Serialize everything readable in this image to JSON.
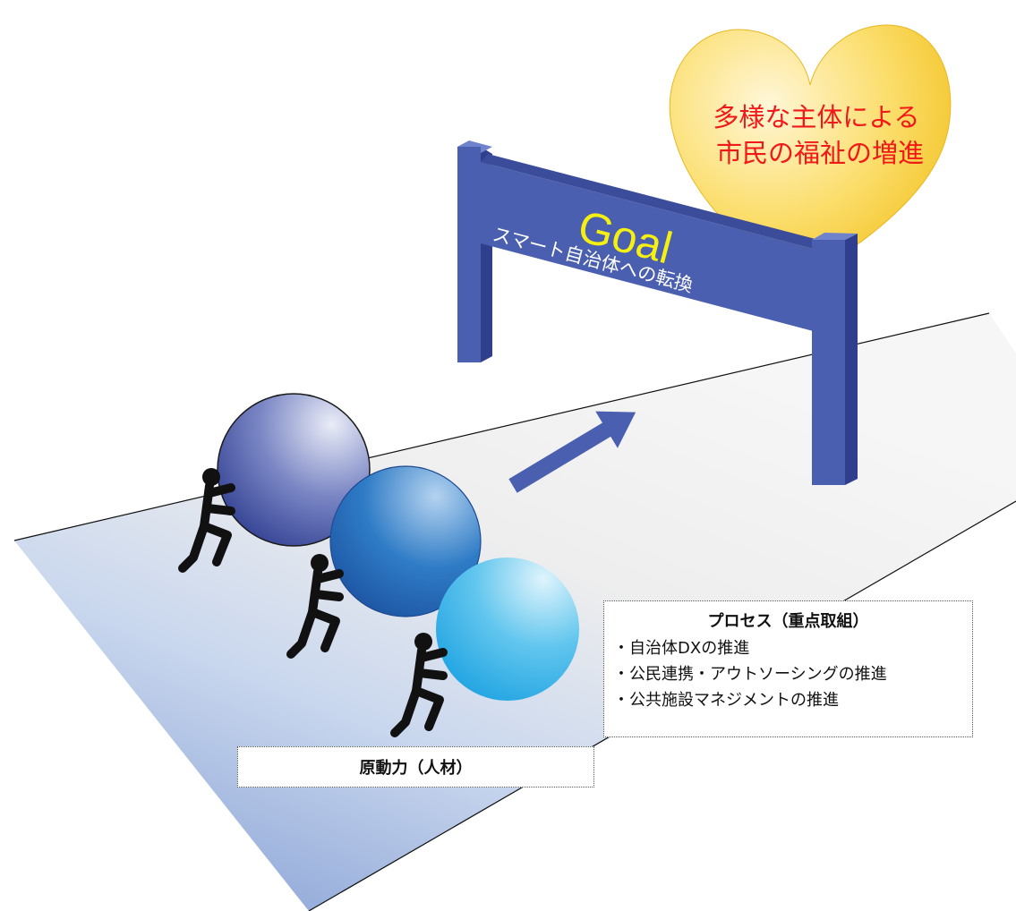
{
  "heart": {
    "line1": "多様な主体による",
    "line2": "市民の福祉の増進"
  },
  "arch": {
    "goal_label": "Goal",
    "subtitle": "スマート自治体への転換"
  },
  "process": {
    "title": "プロセス（重点取組）",
    "items": [
      "自治体DXの推進",
      "公民連携・アウトソーシングの推進",
      "公共施設マネジメントの推進"
    ]
  },
  "driver": {
    "label": "原動力（人材）"
  },
  "colors": {
    "heart_fill": "#f7cd2e",
    "heart_text": "#f01818",
    "arch": "#4a5fb0",
    "goal_text": "#f5ef12",
    "road": "#efefef",
    "road_front": "#8ea6d6",
    "arrow": "#4a5fb0"
  }
}
